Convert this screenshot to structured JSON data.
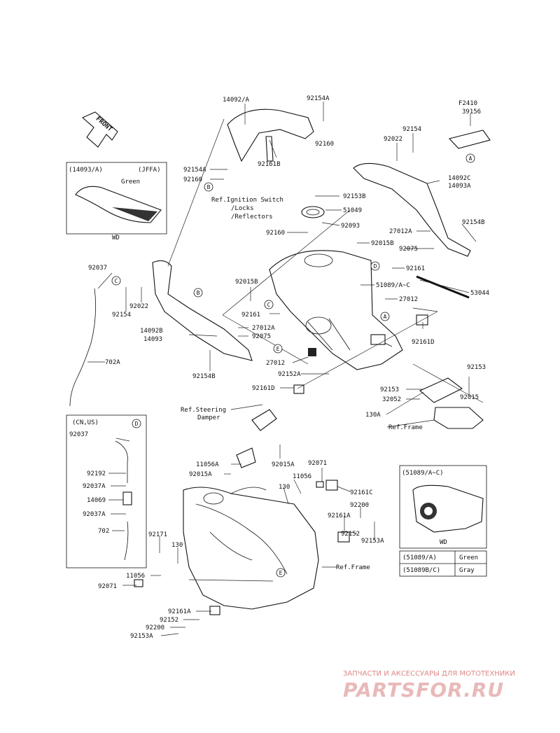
{
  "front_label": "FRONT",
  "labels": {
    "p14092A": "14092/A",
    "p92154A_top": "92154A",
    "p92160_top": "92160",
    "p92161B": "92161B",
    "p92154A_left": "92154A",
    "p92160_left": "92160",
    "pF2410": "F2410",
    "p39156": "39156",
    "p92154_r": "92154",
    "p92022_r": "92022",
    "p14092C": "14092C",
    "p14093A": "14093A",
    "p92154B_r": "92154B",
    "p27012A_r": "27012A",
    "p92075_r": "92075",
    "p92153B": "92153B",
    "p51049": "51049",
    "p92093": "92093",
    "p92160_mid": "92160",
    "p92015B_r": "92015B",
    "p92161_r": "92161",
    "p51089": "51089/A~C",
    "p53044": "53044",
    "p27012_r": "27012",
    "p92161D_r": "92161D",
    "p92037_l": "92037",
    "p92154_l": "92154",
    "p92022_l": "92022",
    "p92015B_l": "92015B",
    "p92161_l": "92161",
    "p27012A_l": "27012A",
    "p92075_l": "92075",
    "p14092B": "14092B",
    "p14093": "14093",
    "p27012_l": "27012",
    "p92154B_l": "92154B",
    "p92152A": "92152A",
    "p702A": "702A",
    "p92161D_l": "92161D",
    "p92153_1": "92153",
    "p92153_2": "92153",
    "p32052": "32052",
    "p92015_r": "92015",
    "p130_r": "130A",
    "p92037_cn": "92037",
    "p92192": "92192",
    "p92037A_1": "92037A",
    "p14069": "14069",
    "p92037A_2": "92037A",
    "p702": "702",
    "p11056A": "11056A",
    "p92015A_1": "92015A",
    "p92015A_2": "92015A",
    "p92071_top": "92071",
    "p11056_mid": "11056",
    "p130_mid": "130",
    "p92161C": "92161C",
    "p92200_r": "92200",
    "p92161A_r": "92161A",
    "p92152_r": "92152",
    "p92153A_r": "92153A",
    "p92171": "92171",
    "p130_l": "130",
    "p11056_l": "11056",
    "p92071_l": "92071",
    "p92161A_b": "92161A",
    "p92152_b": "92152",
    "p92200_b": "92200",
    "p92153A_b": "92153A"
  },
  "refs": {
    "ignition_1": "Ref.Ignition Switch",
    "ignition_2": "/Locks",
    "ignition_3": "/Reflectors",
    "frame_top": "Ref.Frame",
    "steering_1": "Ref.Steering",
    "steering_2": "Damper",
    "frame_bottom": "Ref.Frame"
  },
  "callouts": [
    "A",
    "B",
    "C",
    "D",
    "E"
  ],
  "inset_jffa": {
    "code": "(14093/A)",
    "model": "(JFFA)",
    "color": "Green",
    "footer": "WD"
  },
  "inset_cnus": {
    "code": "(CN,US)"
  },
  "inset_tank": {
    "code": "(51089/A~C)",
    "footer": "WD",
    "table": [
      {
        "part": "(51089/A)",
        "color": "Green"
      },
      {
        "part": "(51089B/C)",
        "color": "Gray"
      }
    ]
  },
  "watermark": {
    "line1": "ЗАПЧАСТИ И АКСЕССУАРЫ ДЛЯ МОТОТЕХНИКИ",
    "line2": "PARTSFOR.RU"
  }
}
